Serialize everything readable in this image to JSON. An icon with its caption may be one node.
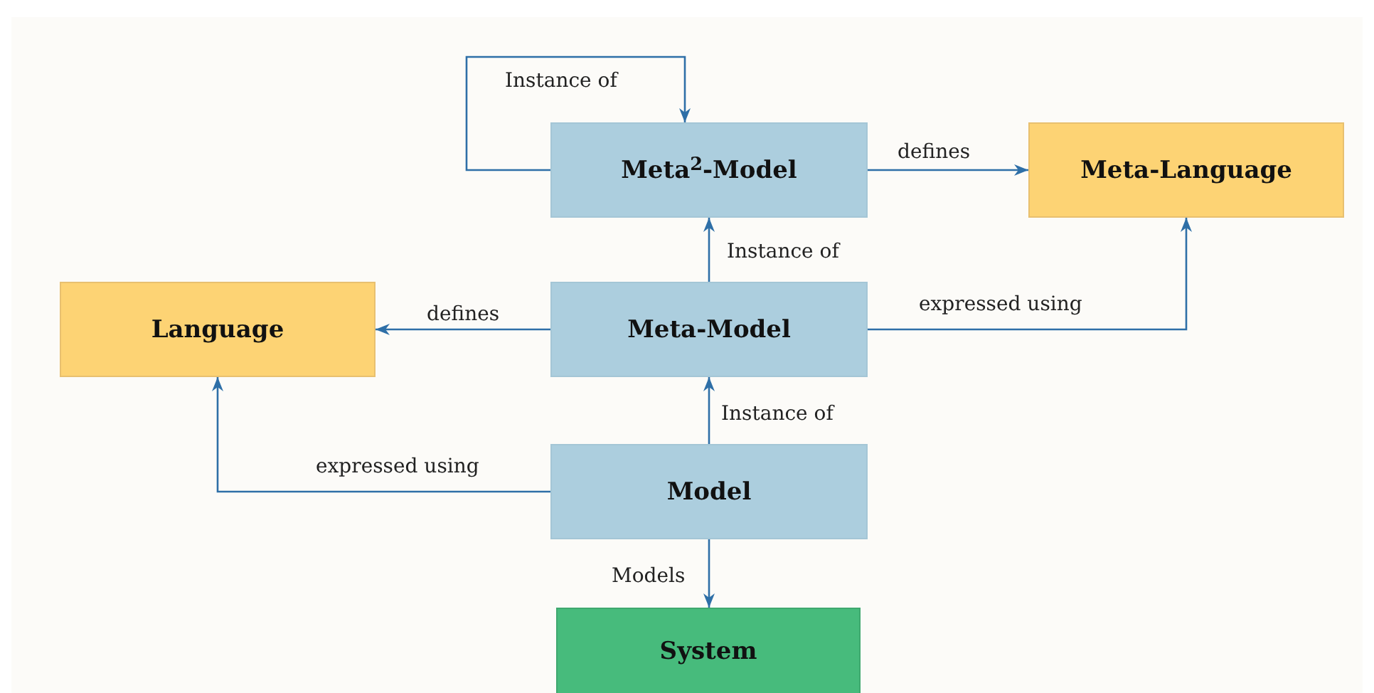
{
  "diagram": {
    "nodes": [
      {
        "text": [
          "Meta$^{2}$-Model"
        ]
      },
      {
        "text": [
          "Meta-Language"
        ]
      },
      {
        "text": [
          "Language"
        ]
      },
      {
        "text": [
          "Meta-Model"
        ]
      },
      {
        "text": [
          "Model"
        ]
      },
      {
        "text": [
          "System"
        ]
      }
    ],
    "edges": [
      {
        "from": 0,
        "to": 0,
        "arrow": "to",
        "label": "Instance of"
      },
      {
        "from": 0,
        "to": 1,
        "arrow": "to",
        "label": "defines"
      },
      {
        "from": 3,
        "to": 0,
        "arrow": "to",
        "label": "Instance of"
      },
      {
        "from": 3,
        "to": 2,
        "arrow": "to",
        "label": "defines"
      },
      {
        "from": 3,
        "to": 1,
        "arrow": "to",
        "label": "expressed using"
      },
      {
        "from": 4,
        "to": 3,
        "arrow": "to",
        "label": "Instance of"
      },
      {
        "from": 4,
        "to": 2,
        "arrow": "to",
        "label": "expressed using"
      },
      {
        "from": 4,
        "to": 5,
        "arrow": "to",
        "label": "Models"
      }
    ]
  }
}
